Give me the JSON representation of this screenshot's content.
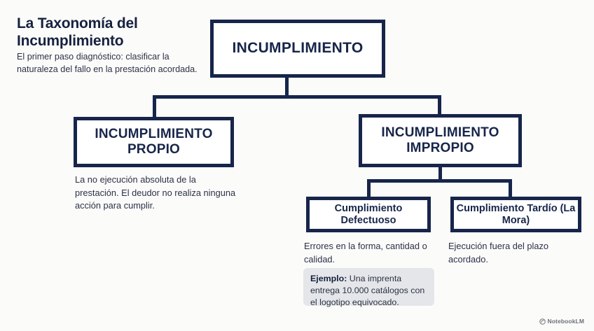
{
  "header": {
    "title": "La Taxonomía del Incumplimiento",
    "subtitle": "El primer paso diagnóstico: clasificar la naturaleza del fallo en la prestación acordada."
  },
  "diagram": {
    "root": {
      "label": "INCUMPLIMIENTO"
    },
    "branches": [
      {
        "label": "INCUMPLIMIENTO PROPIO",
        "description": "La no ejecución absoluta de la prestación. El deudor no realiza ninguna acción para cumplir."
      },
      {
        "label": "INCUMPLIMIENTO IMPROPIO",
        "description": ""
      }
    ],
    "leaves": [
      {
        "label": "Cumplimiento Defectuoso",
        "description": "Errores en la forma, cantidad o calidad."
      },
      {
        "label": "Cumplimiento Tardío (La Mora)",
        "description": "Ejecución fuera del plazo acordado."
      }
    ]
  },
  "example": {
    "label": "Ejemplo:",
    "text": " Una imprenta entrega 10.000 catálogos con el logotipo equivocado."
  },
  "footer": {
    "watermark": "NotebookLM"
  },
  "colors": {
    "background": "#fbfbfa",
    "node_border": "#17254a",
    "node_fill": "#ffffff",
    "text_dark": "#16213f",
    "text_body": "#2b3245",
    "example_fill": "#e4e6e9",
    "watermark": "#6d7078"
  }
}
